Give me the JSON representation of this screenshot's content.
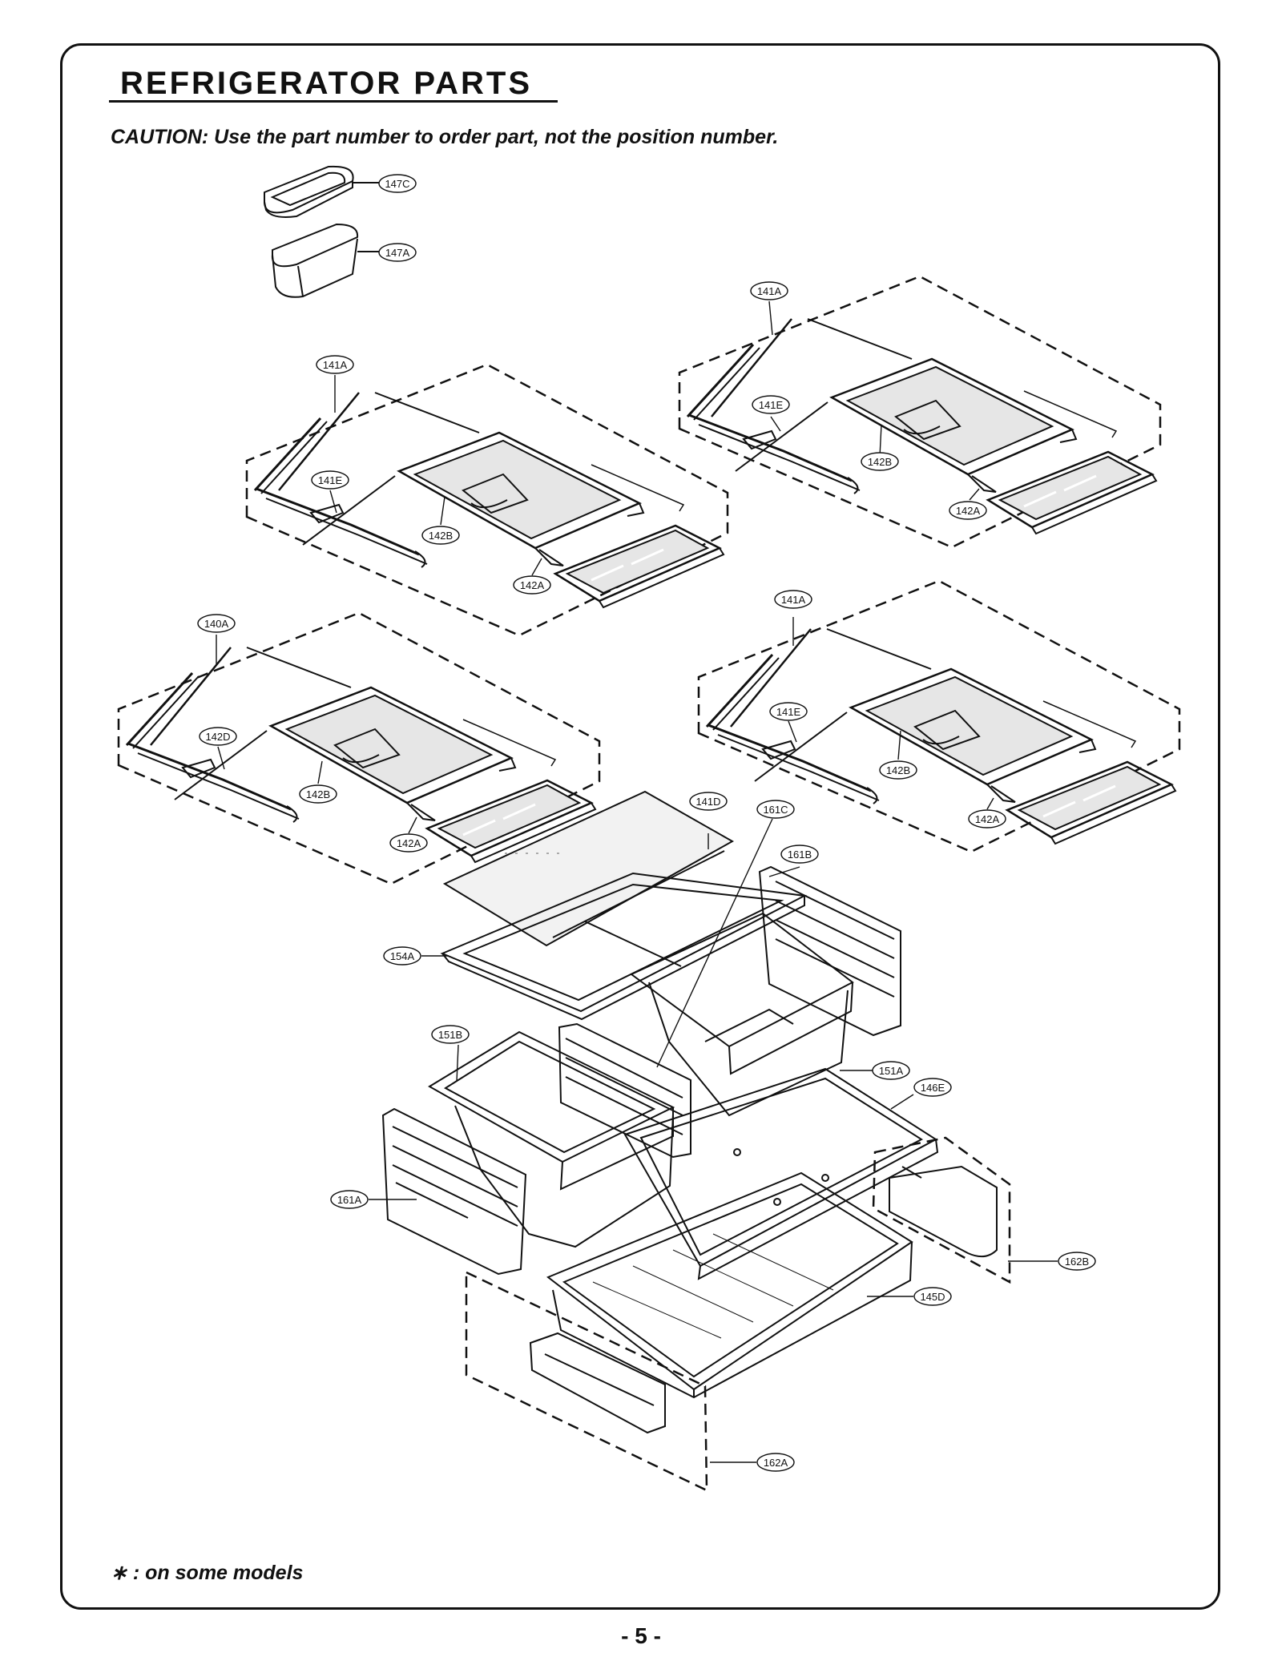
{
  "page": {
    "title": "REFRIGERATOR PARTS",
    "caution": "CAUTION: Use the part number to order part, not the position number.",
    "footnote": "∗ : on some models",
    "page_number": "- 5 -"
  },
  "parts": [
    {
      "id": "p147C",
      "label": "147C"
    },
    {
      "id": "p147A",
      "label": "147A"
    },
    {
      "id": "p141A_1",
      "label": "141A"
    },
    {
      "id": "p141E_1",
      "label": "141E"
    },
    {
      "id": "p142B_1",
      "label": "142B"
    },
    {
      "id": "p142A_1",
      "label": "142A"
    },
    {
      "id": "p141A_2",
      "label": "141A"
    },
    {
      "id": "p141E_2",
      "label": "141E"
    },
    {
      "id": "p142B_2",
      "label": "142B"
    },
    {
      "id": "p142A_2",
      "label": "142A"
    },
    {
      "id": "p140A",
      "label": "140A"
    },
    {
      "id": "p142D",
      "label": "142D"
    },
    {
      "id": "p142B_3",
      "label": "142B"
    },
    {
      "id": "p142A_3",
      "label": "142A"
    },
    {
      "id": "p141A_4",
      "label": "141A"
    },
    {
      "id": "p141E_4",
      "label": "141E"
    },
    {
      "id": "p142B_4",
      "label": "142B"
    },
    {
      "id": "p142A_4",
      "label": "142A"
    },
    {
      "id": "p141D",
      "label": "141D"
    },
    {
      "id": "p161C",
      "label": "161C"
    },
    {
      "id": "p161B",
      "label": "161B"
    },
    {
      "id": "p154A",
      "label": "154A"
    },
    {
      "id": "p151B",
      "label": "151B"
    },
    {
      "id": "p151A",
      "label": "151A"
    },
    {
      "id": "p146E",
      "label": "146E"
    },
    {
      "id": "p161A",
      "label": "161A"
    },
    {
      "id": "p162B",
      "label": "162B"
    },
    {
      "id": "p145D",
      "label": "145D"
    },
    {
      "id": "p162A",
      "label": "162A"
    }
  ]
}
